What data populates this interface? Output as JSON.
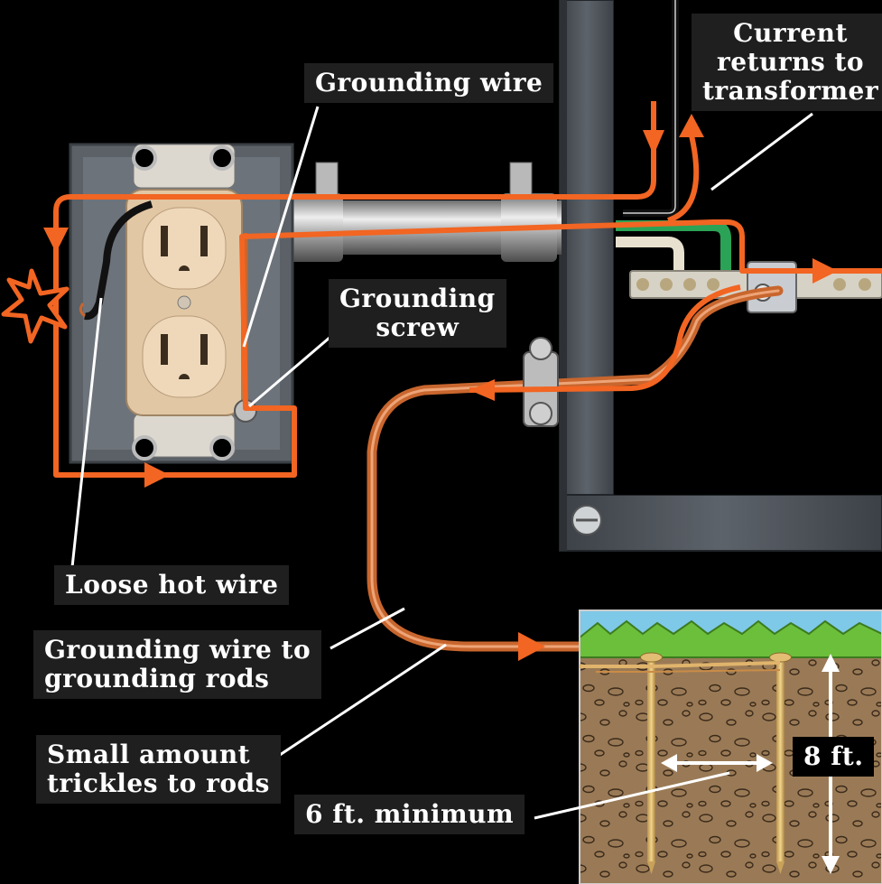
{
  "labels": {
    "grounding_wire": "Grounding wire",
    "current_returns": "Current\nreturns to\ntransformer",
    "grounding_screw": "Grounding\nscrew",
    "loose_hot_wire": "Loose hot wire",
    "grounding_wire_rods": "Grounding wire to\ngrounding rods",
    "small_amount": "Small amount\ntrickles to rods",
    "six_ft": "6 ft. minimum",
    "eight_ft": "8 ft."
  },
  "icons": [
    "spark-icon",
    "arrow-icon",
    "screw-icon"
  ],
  "colors": {
    "background": "#000000",
    "current_path": "#f26522",
    "copper_wire": "#c8662e",
    "panel": "#4a4f55",
    "outlet": "#e2c7a4",
    "grass": "#6cbf3a",
    "sky": "#7ec8e8",
    "soil": "#9a7a56",
    "label_bg": "#1f1f1f"
  }
}
